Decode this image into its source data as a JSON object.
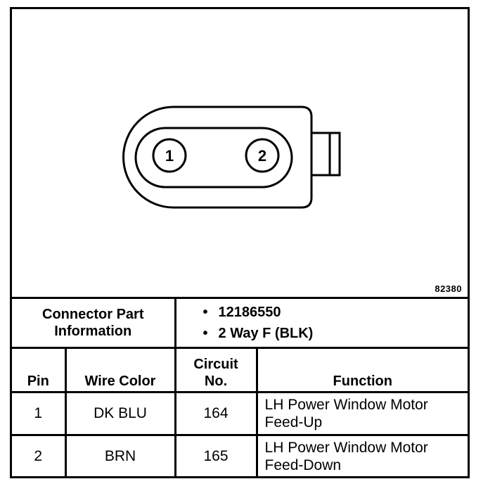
{
  "figure_number": "82380",
  "connector": {
    "pin_labels": [
      "1",
      "2"
    ]
  },
  "part_info": {
    "label": "Connector Part Information",
    "items": [
      "12186550",
      "2 Way F (BLK)"
    ]
  },
  "table": {
    "headers": {
      "pin": "Pin",
      "wire_color": "Wire Color",
      "circuit_no": "Circuit No.",
      "function": "Function"
    },
    "rows": [
      {
        "pin": "1",
        "wire_color": "DK BLU",
        "circuit_no": "164",
        "function_line1": "LH Power Window Motor",
        "function_line2": "Feed-Up"
      },
      {
        "pin": "2",
        "wire_color": "BRN",
        "circuit_no": "165",
        "function_line1": "LH Power Window Motor",
        "function_line2": "Feed-Down"
      }
    ]
  }
}
